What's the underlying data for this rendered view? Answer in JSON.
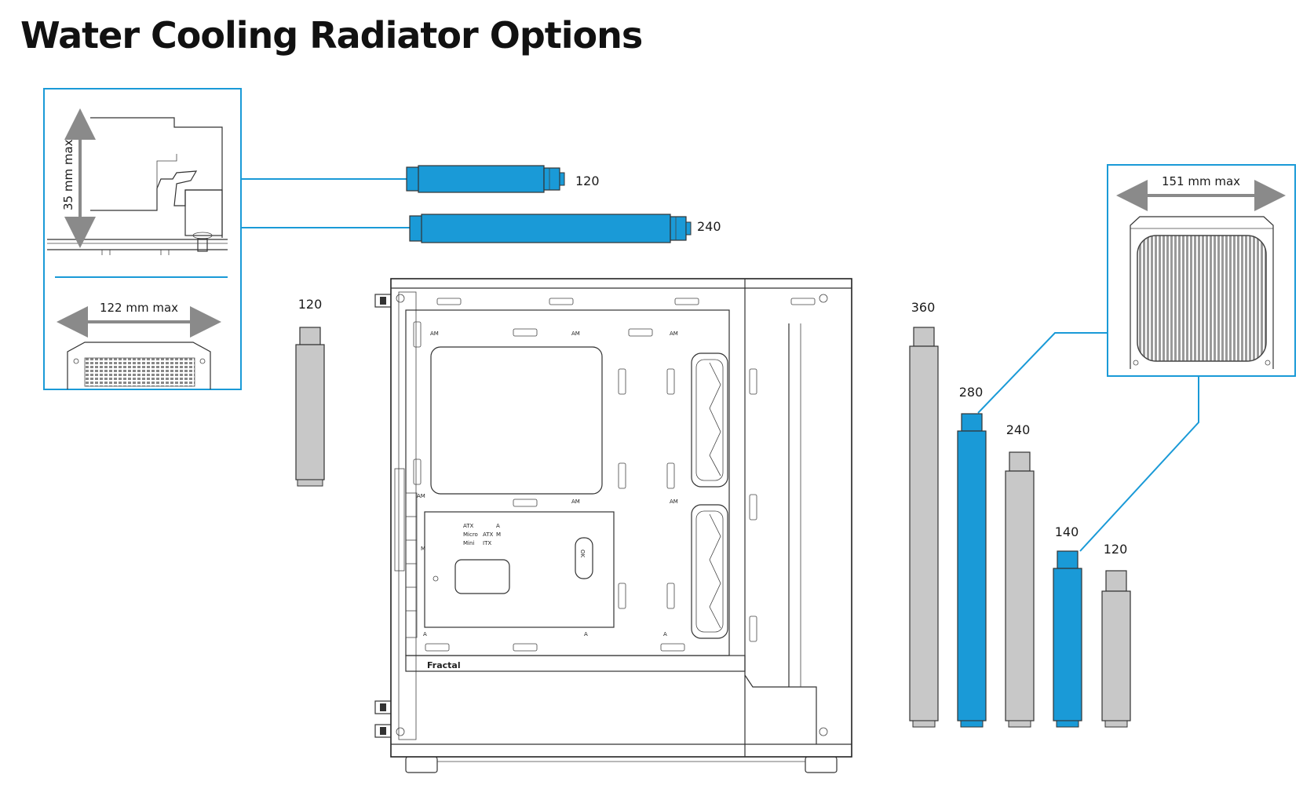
{
  "title": "Water Cooling Radiator Options",
  "colors": {
    "accent": "#1a9ad7",
    "radiator_grey": "#c8c8c8",
    "outline": "#333333",
    "dimension_arrow": "#8a8a8a"
  },
  "callouts": {
    "height": "35 mm max",
    "width_top": "122 mm max",
    "width_front": "151 mm max"
  },
  "top_radiators": [
    {
      "label": "120",
      "highlighted": true
    },
    {
      "label": "240",
      "highlighted": true
    }
  ],
  "rear_radiator": {
    "label": "120",
    "highlighted": false
  },
  "front_radiators": [
    {
      "label": "360",
      "highlighted": false
    },
    {
      "label": "280",
      "highlighted": true
    },
    {
      "label": "240",
      "highlighted": false
    },
    {
      "label": "140",
      "highlighted": true
    },
    {
      "label": "120",
      "highlighted": false
    }
  ],
  "case_markings": {
    "brand": "Fractal",
    "standoff_am": "AM",
    "standoff_a": "A",
    "standoff_m": "M",
    "board_atx": "ATX",
    "board_micro": "Micro",
    "board_mini": "Mini",
    "board_itx": "ITX",
    "ok_mark": "OK"
  }
}
